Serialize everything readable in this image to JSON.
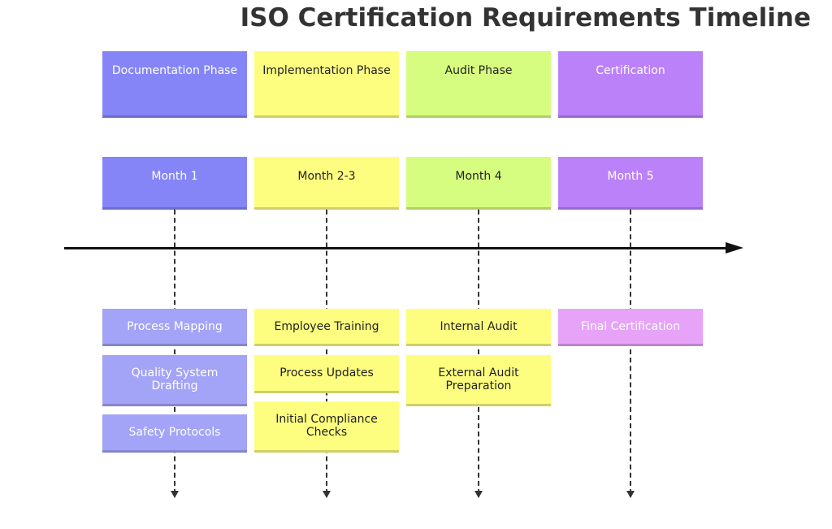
{
  "title": "ISO Certification Requirements Timeline",
  "colors": {
    "blue": "#8585f8",
    "blue_light": "#a3a3f7",
    "yellow": "#fdfd80",
    "green": "#d7fd80",
    "purple": "#bb81f8",
    "purple_light": "#e6a3f7",
    "axis": "#111111",
    "dash": "#333333"
  },
  "columns": [
    {
      "phase": "Documentation Phase",
      "month": "Month 1",
      "tasks": [
        "Process Mapping",
        "Quality System Drafting",
        "Safety Protocols"
      ]
    },
    {
      "phase": "Implementation Phase",
      "month": "Month 2-3",
      "tasks": [
        "Employee Training",
        "Process Updates",
        "Initial Compliance Checks"
      ]
    },
    {
      "phase": "Audit Phase",
      "month": "Month 4",
      "tasks": [
        "Internal Audit",
        "External Audit Preparation"
      ]
    },
    {
      "phase": "Certification",
      "month": "Month 5",
      "tasks": [
        "Final Certification"
      ]
    }
  ]
}
